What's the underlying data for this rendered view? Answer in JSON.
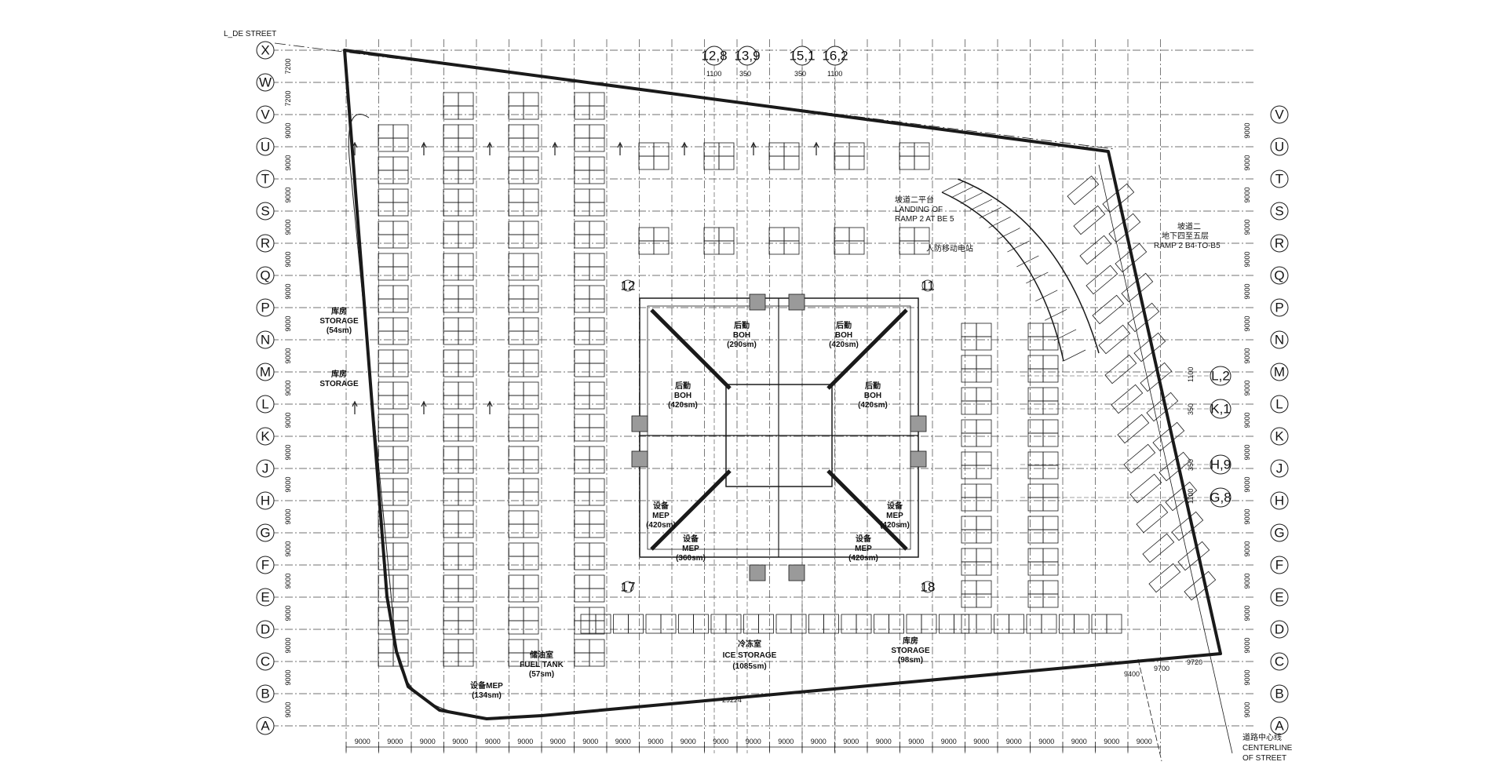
{
  "plan": {
    "top_street_label": "L_DE STREET",
    "rows": [
      "X",
      "W",
      "V",
      "U",
      "T",
      "S",
      "R",
      "Q",
      "P",
      "N",
      "M",
      "L",
      "K",
      "J",
      "H",
      "G",
      "F",
      "E",
      "D",
      "C",
      "B",
      "A"
    ],
    "right_rows": [
      "V",
      "U",
      "T",
      "S",
      "R",
      "Q",
      "P",
      "N",
      "M",
      "L",
      "K",
      "J",
      "H",
      "G",
      "F",
      "E",
      "D",
      "C",
      "B",
      "A"
    ],
    "row_dims_left": [
      "7200",
      "7200",
      "9000",
      "9000",
      "9000",
      "9000",
      "9000",
      "9000",
      "9000",
      "9000",
      "9000",
      "9000",
      "9000",
      "9000",
      "9000",
      "9000",
      "9000",
      "9000",
      "9000",
      "9000",
      "9000"
    ],
    "row_dims_right": [
      "9000",
      "9000",
      "9000",
      "9000",
      "9000",
      "9000",
      "9000",
      "9000",
      "9000",
      "9000",
      "9000",
      "9000",
      "9000",
      "9000",
      "9000",
      "9000",
      "9000",
      "9000",
      "9000"
    ],
    "bottom_dims": [
      "9000",
      "9000",
      "9000",
      "9000",
      "9000",
      "9000",
      "9000",
      "9000",
      "9000",
      "9000",
      "9000",
      "9000",
      "9000",
      "9000",
      "9000",
      "9000",
      "9000",
      "9000",
      "9000",
      "9000",
      "9000",
      "9000",
      "9000",
      "9000",
      "9000"
    ],
    "top_bubbles": [
      "12,8",
      "13,9",
      "15,1",
      "16,2"
    ],
    "top_bubble_dims": [
      "1100",
      "350",
      "350",
      "1100"
    ],
    "right_bubbles": [
      "L,2",
      "K,1",
      "H,9",
      "G,8"
    ],
    "right_bubble_dims": [
      "1100",
      "350",
      "350",
      "1100"
    ],
    "core_bubbles": [
      "12",
      "11",
      "17",
      "18"
    ],
    "rooms": [
      {
        "line1": "库房",
        "line2": "STORAGE",
        "line3": "(54sm)"
      },
      {
        "line1": "库房",
        "line2": "STORAGE",
        "line3": ""
      },
      {
        "line1": "后勤",
        "line2": "BOH",
        "line3": "(290sm)"
      },
      {
        "line1": "后勤",
        "line2": "BOH",
        "line3": "(420sm)"
      },
      {
        "line1": "后勤",
        "line2": "BOH",
        "line3": "(420sm)"
      },
      {
        "line1": "后勤",
        "line2": "BOH",
        "line3": "(420sm)"
      },
      {
        "line1": "设备",
        "line2": "MEP",
        "line3": "(420sm)"
      },
      {
        "line1": "设备",
        "line2": "MEP",
        "line3": "(360sm)"
      },
      {
        "line1": "设备",
        "line2": "MEP",
        "line3": "(420sm)"
      },
      {
        "line1": "设备",
        "line2": "MEP",
        "line3": "(420sm)"
      },
      {
        "line1": "储油室",
        "line2": "FUEL TANK",
        "line3": "(57sm)"
      },
      {
        "line1": "冷冻室",
        "line2": "ICE STORAGE",
        "line3": "(1085sm)"
      },
      {
        "line1": "库房",
        "line2": "STORAGE",
        "line3": "(98sm)"
      },
      {
        "line1": "设备MEP",
        "line2": "(134sm)",
        "line3": ""
      }
    ],
    "ramp_landing": {
      "line1": "坡道二平台",
      "line2": "LANDING OF",
      "line3": "RAMP 2 AT BE 5"
    },
    "civil_defense": "人防移动电站",
    "ramp_note": {
      "line1": "坡道二",
      "line2": "地下四至五层",
      "line3": "RAMP 2 B4-TO-B5"
    },
    "dim_29224": "29224",
    "corner_dims": [
      "9400",
      "9700",
      "9720"
    ],
    "centerline": {
      "line1": "道路中心线",
      "line2": "CENTERLINE",
      "line3": "OF STREET"
    },
    "colors": {
      "line": "#1a1a1a",
      "grid": "#444444",
      "fill_grey": "#9a9a9a"
    }
  }
}
